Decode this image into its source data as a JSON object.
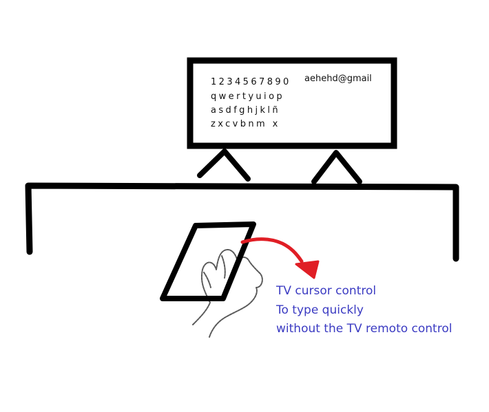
{
  "colors": {
    "ink": "#000000",
    "arrow": "#e01e25",
    "caption": "#3b3bc2",
    "hand": "#4a4a4a"
  },
  "tv": {
    "keyboard_rows": [
      "1234567890",
      "qwertyuiop",
      "asdfghjklñ",
      "zxcvbnm x"
    ],
    "email": "aehehd@gmail"
  },
  "captions": {
    "line1": "TV cursor control",
    "line2": "To type quickly",
    "line3": "without the TV remoto control"
  }
}
